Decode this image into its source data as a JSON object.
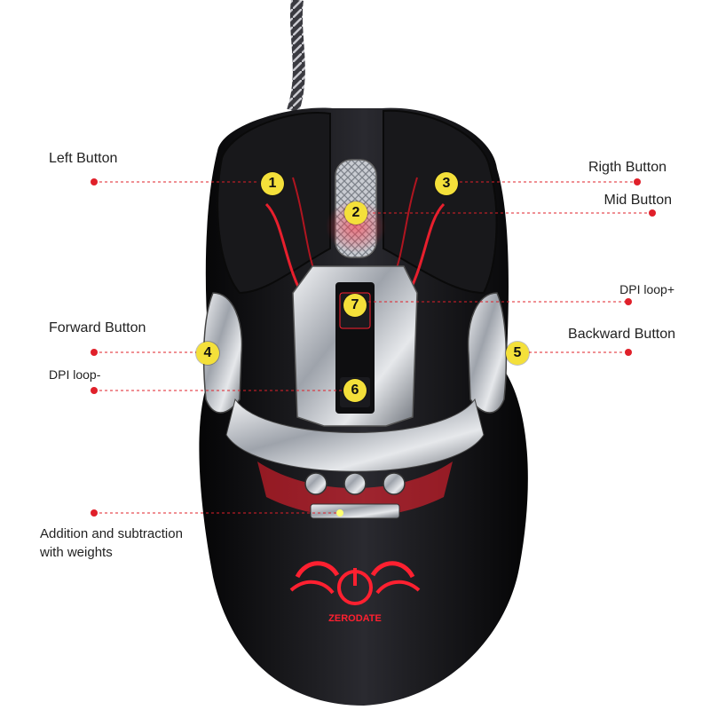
{
  "colors": {
    "callout_red": "#e0202a",
    "badge_yellow": "#f4e03a",
    "mouse_black": "#121214",
    "chrome": "#c9ccd2",
    "glow_red": "#ff2030"
  },
  "labels": {
    "left_button": "Left Button",
    "right_button": "Rigth Button",
    "mid_button": "Mid Button",
    "dpi_up": "DPI loop+",
    "forward_button": "Forward Button",
    "backward_button": "Backward Button",
    "dpi_down": "DPI loop-",
    "weights_line1": "Addition and  subtraction",
    "weights_line2": "with weights"
  },
  "badges": {
    "b1": "1",
    "b2": "2",
    "b3": "3",
    "b4": "4",
    "b5": "5",
    "b6": "6",
    "b7": "7"
  },
  "logo": {
    "brand": "ZERODATE",
    "icon": "power-icon"
  }
}
